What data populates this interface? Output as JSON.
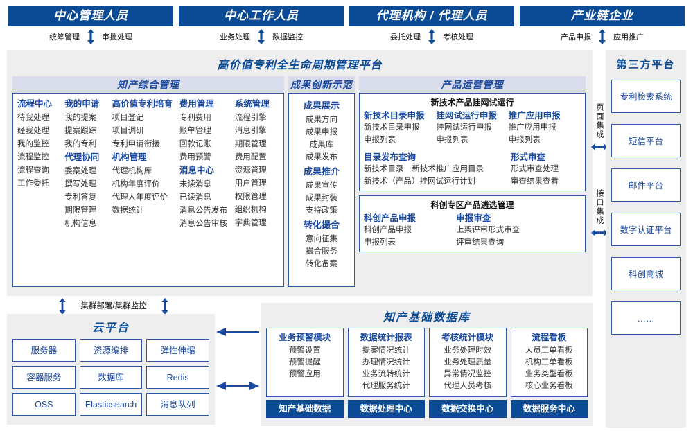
{
  "actors": [
    {
      "title": "中心管理人员",
      "flows": [
        "统筹管理",
        "审批处理"
      ]
    },
    {
      "title": "中心工作人员",
      "flows": [
        "业务处理",
        "数据监控"
      ]
    },
    {
      "title": "代理机构 / 代理人员",
      "flows": [
        "委托处理",
        "考核处理"
      ]
    },
    {
      "title": "产业链企业",
      "flows": [
        "产品申报",
        "应用推广"
      ]
    }
  ],
  "platform": {
    "title": "高价值专利全生命周期管理平台",
    "groups": {
      "zhichan": {
        "head": "知产综合管理",
        "columns": [
          {
            "blocks": [
              {
                "head": "流程中心",
                "items": [
                  "待我处理",
                  "经我处理",
                  "我的监控",
                  "流程监控",
                  "流程查询",
                  "工作委托"
                ]
              }
            ]
          },
          {
            "blocks": [
              {
                "head": "我的申请",
                "items": [
                  "我的提案",
                  "提案跟踪",
                  "我的专利"
                ]
              },
              {
                "head": "代理协同",
                "items": [
                  "委案处理",
                  "撰写处理",
                  "专利答复",
                  "期限管理",
                  "机构信息"
                ]
              }
            ]
          },
          {
            "blocks": [
              {
                "head": "高价值专利培育",
                "items": [
                  "项目登记",
                  "项目调研",
                  "专利申请衔接"
                ]
              },
              {
                "head": "机构管理",
                "items": [
                  "代理机构库",
                  "机构年度评价",
                  "代理人年度评价",
                  "数据统计"
                ]
              }
            ]
          },
          {
            "blocks": [
              {
                "head": "费用管理",
                "items": [
                  "专利费用",
                  "账单管理",
                  "回款记账",
                  "费用预警"
                ]
              },
              {
                "head": "消息中心",
                "items": [
                  "未读消息",
                  "已读消息",
                  "消息公告发布",
                  "消息公告审核"
                ]
              }
            ]
          },
          {
            "blocks": [
              {
                "head": "系统管理",
                "items": [
                  "流程引擎",
                  "消息引擎",
                  "期限管理",
                  "费用配置",
                  "资源管理",
                  "用户管理",
                  "权限管理",
                  "组织机构",
                  "字典管理"
                ]
              }
            ]
          }
        ]
      },
      "chengguo": {
        "head": "成果创新示范",
        "blocks": [
          {
            "head": "成果展示",
            "items": [
              "成果方向",
              "成果申报",
              "成果库",
              "成果发布"
            ]
          },
          {
            "head": "成果推介",
            "items": [
              "成果宣传",
              "成果封装",
              "支持政策"
            ]
          },
          {
            "head": "转化撮合",
            "items": [
              "意向征集",
              "撮合服务",
              "转化备案"
            ]
          }
        ]
      },
      "chanpin": {
        "head": "产品运营管理",
        "subboxes": [
          {
            "title": "新技术产品挂网试运行",
            "rows": [
              {
                "cols": [
                  {
                    "head": "新技术目录申报",
                    "items": [
                      "新技术目录申报",
                      "申报列表"
                    ]
                  },
                  {
                    "head": "挂网试运行申报",
                    "items": [
                      "挂网试运行申报",
                      "申报列表"
                    ]
                  },
                  {
                    "head": "推广应用申报",
                    "items": [
                      "推广应用申报",
                      "申报列表"
                    ]
                  }
                ]
              },
              {
                "cols": [
                  {
                    "head": "目录发布查询",
                    "inline": [
                      "新技术目录",
                      "新技术推广应用目录"
                    ],
                    "items": [
                      "新技术（产品）挂网试运行计划"
                    ]
                  },
                  {
                    "head": "形式审查",
                    "items": [
                      "形式审查处理",
                      "审查结果查看"
                    ]
                  }
                ]
              }
            ]
          },
          {
            "title": "科创专区产品遴选管理",
            "rows": [
              {
                "cols": [
                  {
                    "head": "科创产品申报",
                    "items": [
                      "科创产品申报",
                      "申报列表"
                    ]
                  },
                  {
                    "head": "申报审查",
                    "items": [
                      "上架评审形式审查",
                      "评审结果查询"
                    ]
                  }
                ]
              }
            ]
          }
        ]
      }
    }
  },
  "integration": {
    "labels": [
      "页面集成",
      "接口集成"
    ]
  },
  "thirdparty": {
    "title": "第三方平台",
    "items": [
      "专利检索系统",
      "短信平台",
      "邮件平台",
      "数字认证平台",
      "科创商城",
      "……"
    ]
  },
  "cluster": {
    "label": "集群部署/集群监控"
  },
  "cloud": {
    "title": "云平台",
    "cells": [
      "服务器",
      "资源编排",
      "弹性伸缩",
      "容器服务",
      "数据库",
      "Redis",
      "OSS",
      "Elasticsearch",
      "消息队列"
    ]
  },
  "kdb": {
    "title": "知产基础数据库",
    "columns": [
      {
        "title": "业务预警模块",
        "items": [
          "预警设置",
          "预警提醒",
          "预警应用"
        ],
        "foot": "知产基础数据"
      },
      {
        "title": "数据统计报表",
        "items": [
          "提案情况统计",
          "办理情况统计",
          "业务流转统计",
          "代理服务统计"
        ],
        "foot": "数据处理中心"
      },
      {
        "title": "考核统计模块",
        "items": [
          "业务处理时效",
          "业务处理质量",
          "异常情况监控",
          "代理人员考核"
        ],
        "foot": "数据交换中心"
      },
      {
        "title": "流程看板",
        "items": [
          "人员工单看板",
          "机构工单看板",
          "业务类型看板",
          "核心业务看板"
        ],
        "foot": "数据服务中心"
      }
    ]
  },
  "colors": {
    "brand_dark": "#0b4b96",
    "brand_mid": "#1a49a0",
    "border_blue": "#2e59a8",
    "panel_gray": "#eeeeee",
    "head_lavender": "#d9dcea"
  }
}
